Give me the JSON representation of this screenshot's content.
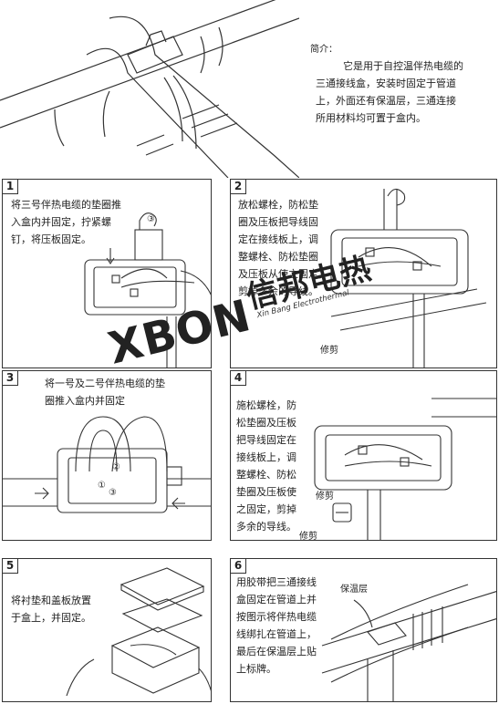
{
  "intro": {
    "title": "简介：",
    "body": "它是用于自控温伴热电缆的\n三通接线盒，安装时固定于管道\n上，外面还有保温层，三通连接\n所用材料均可置于盒内。"
  },
  "steps": [
    {
      "num": "1",
      "text": "将三号伴热电缆的垫圈推\n入盒内并固定，拧紧螺\n钉，将压板固定。",
      "marker": "③"
    },
    {
      "num": "2",
      "text": "放松螺栓，防松垫\n圈及压板把导线固\n定在接线板上，调\n整螺栓、防松垫圈\n及压板从使之固定，\n剪掉多余的导线。",
      "label": "修剪"
    },
    {
      "num": "3",
      "text": "将一号及二号伴热电缆的垫\n圈推入盒内并固定",
      "markers": [
        "②",
        "①",
        "③"
      ]
    },
    {
      "num": "4",
      "text": "施松螺栓，防\n松垫圈及压板\n把导线固定在\n接线板上，调\n整螺栓、防松\n垫圈及压板使\n之固定，剪掉\n多余的导线。",
      "labels": [
        "修剪",
        "修剪"
      ]
    },
    {
      "num": "5",
      "text": "将衬垫和盖板放置\n于盒上，并固定。"
    },
    {
      "num": "6",
      "text": "用胶带把三通接线\n盒固定在管道上并\n按图示将伴热电缆\n线绑扎在管道上，\n最后在保温层上贴\n上标牌。",
      "label": "保温层"
    }
  ],
  "watermark": {
    "brand_latin": "XBON",
    "brand_cn": "信邦电热",
    "tagline": "Xin Bang Electrothermal"
  }
}
